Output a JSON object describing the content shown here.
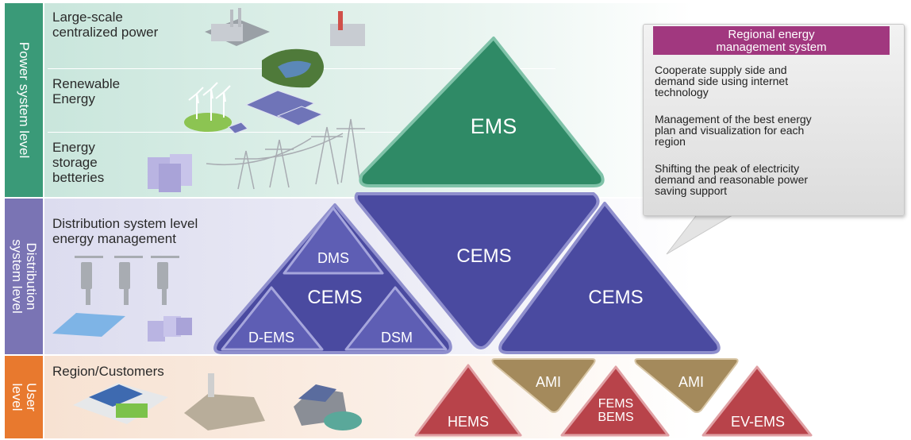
{
  "levels": {
    "power": "Power system level",
    "distribution": "Distribution\nsystem level",
    "user": "User\nlevel"
  },
  "power_items": {
    "centralized": "Large-scale\ncentralized power",
    "renewable": "Renewable\nEnergy",
    "storage": "Energy\nstorage\nbetteries"
  },
  "distribution_label": "Distribution system level\nenergy management",
  "user_label": "Region/Customers",
  "systems": {
    "ems": "EMS",
    "cems_top": "CEMS",
    "cems_left": "CEMS",
    "cems_right": "CEMS",
    "dms": "DMS",
    "d_ems": "D-EMS",
    "dsm": "DSM",
    "hems": "HEMS",
    "ami_1": "AMI",
    "fems_bems": "FEMS\nBEMS",
    "ami_2": "AMI",
    "ev_ems": "EV-EMS"
  },
  "callout": {
    "title": "Regional energy\nmanagement system",
    "points": [
      "Cooperate supply side and\ndemand side using internet\ntechnology",
      "Management of the best energy\nplan and visualization for each\nregion",
      "Shifting the peak of electricity\ndemand and reasonable power\nsaving support"
    ]
  },
  "colors": {
    "power_band": "#3a9a78",
    "distribution_band": "#7a74b4",
    "user_band": "#e8792e",
    "ems": "#2f8a66",
    "cems": "#4a4aa0",
    "user_tri": "#b8434a",
    "ami": "#a48a5c",
    "callout_head": "#a1387f"
  }
}
